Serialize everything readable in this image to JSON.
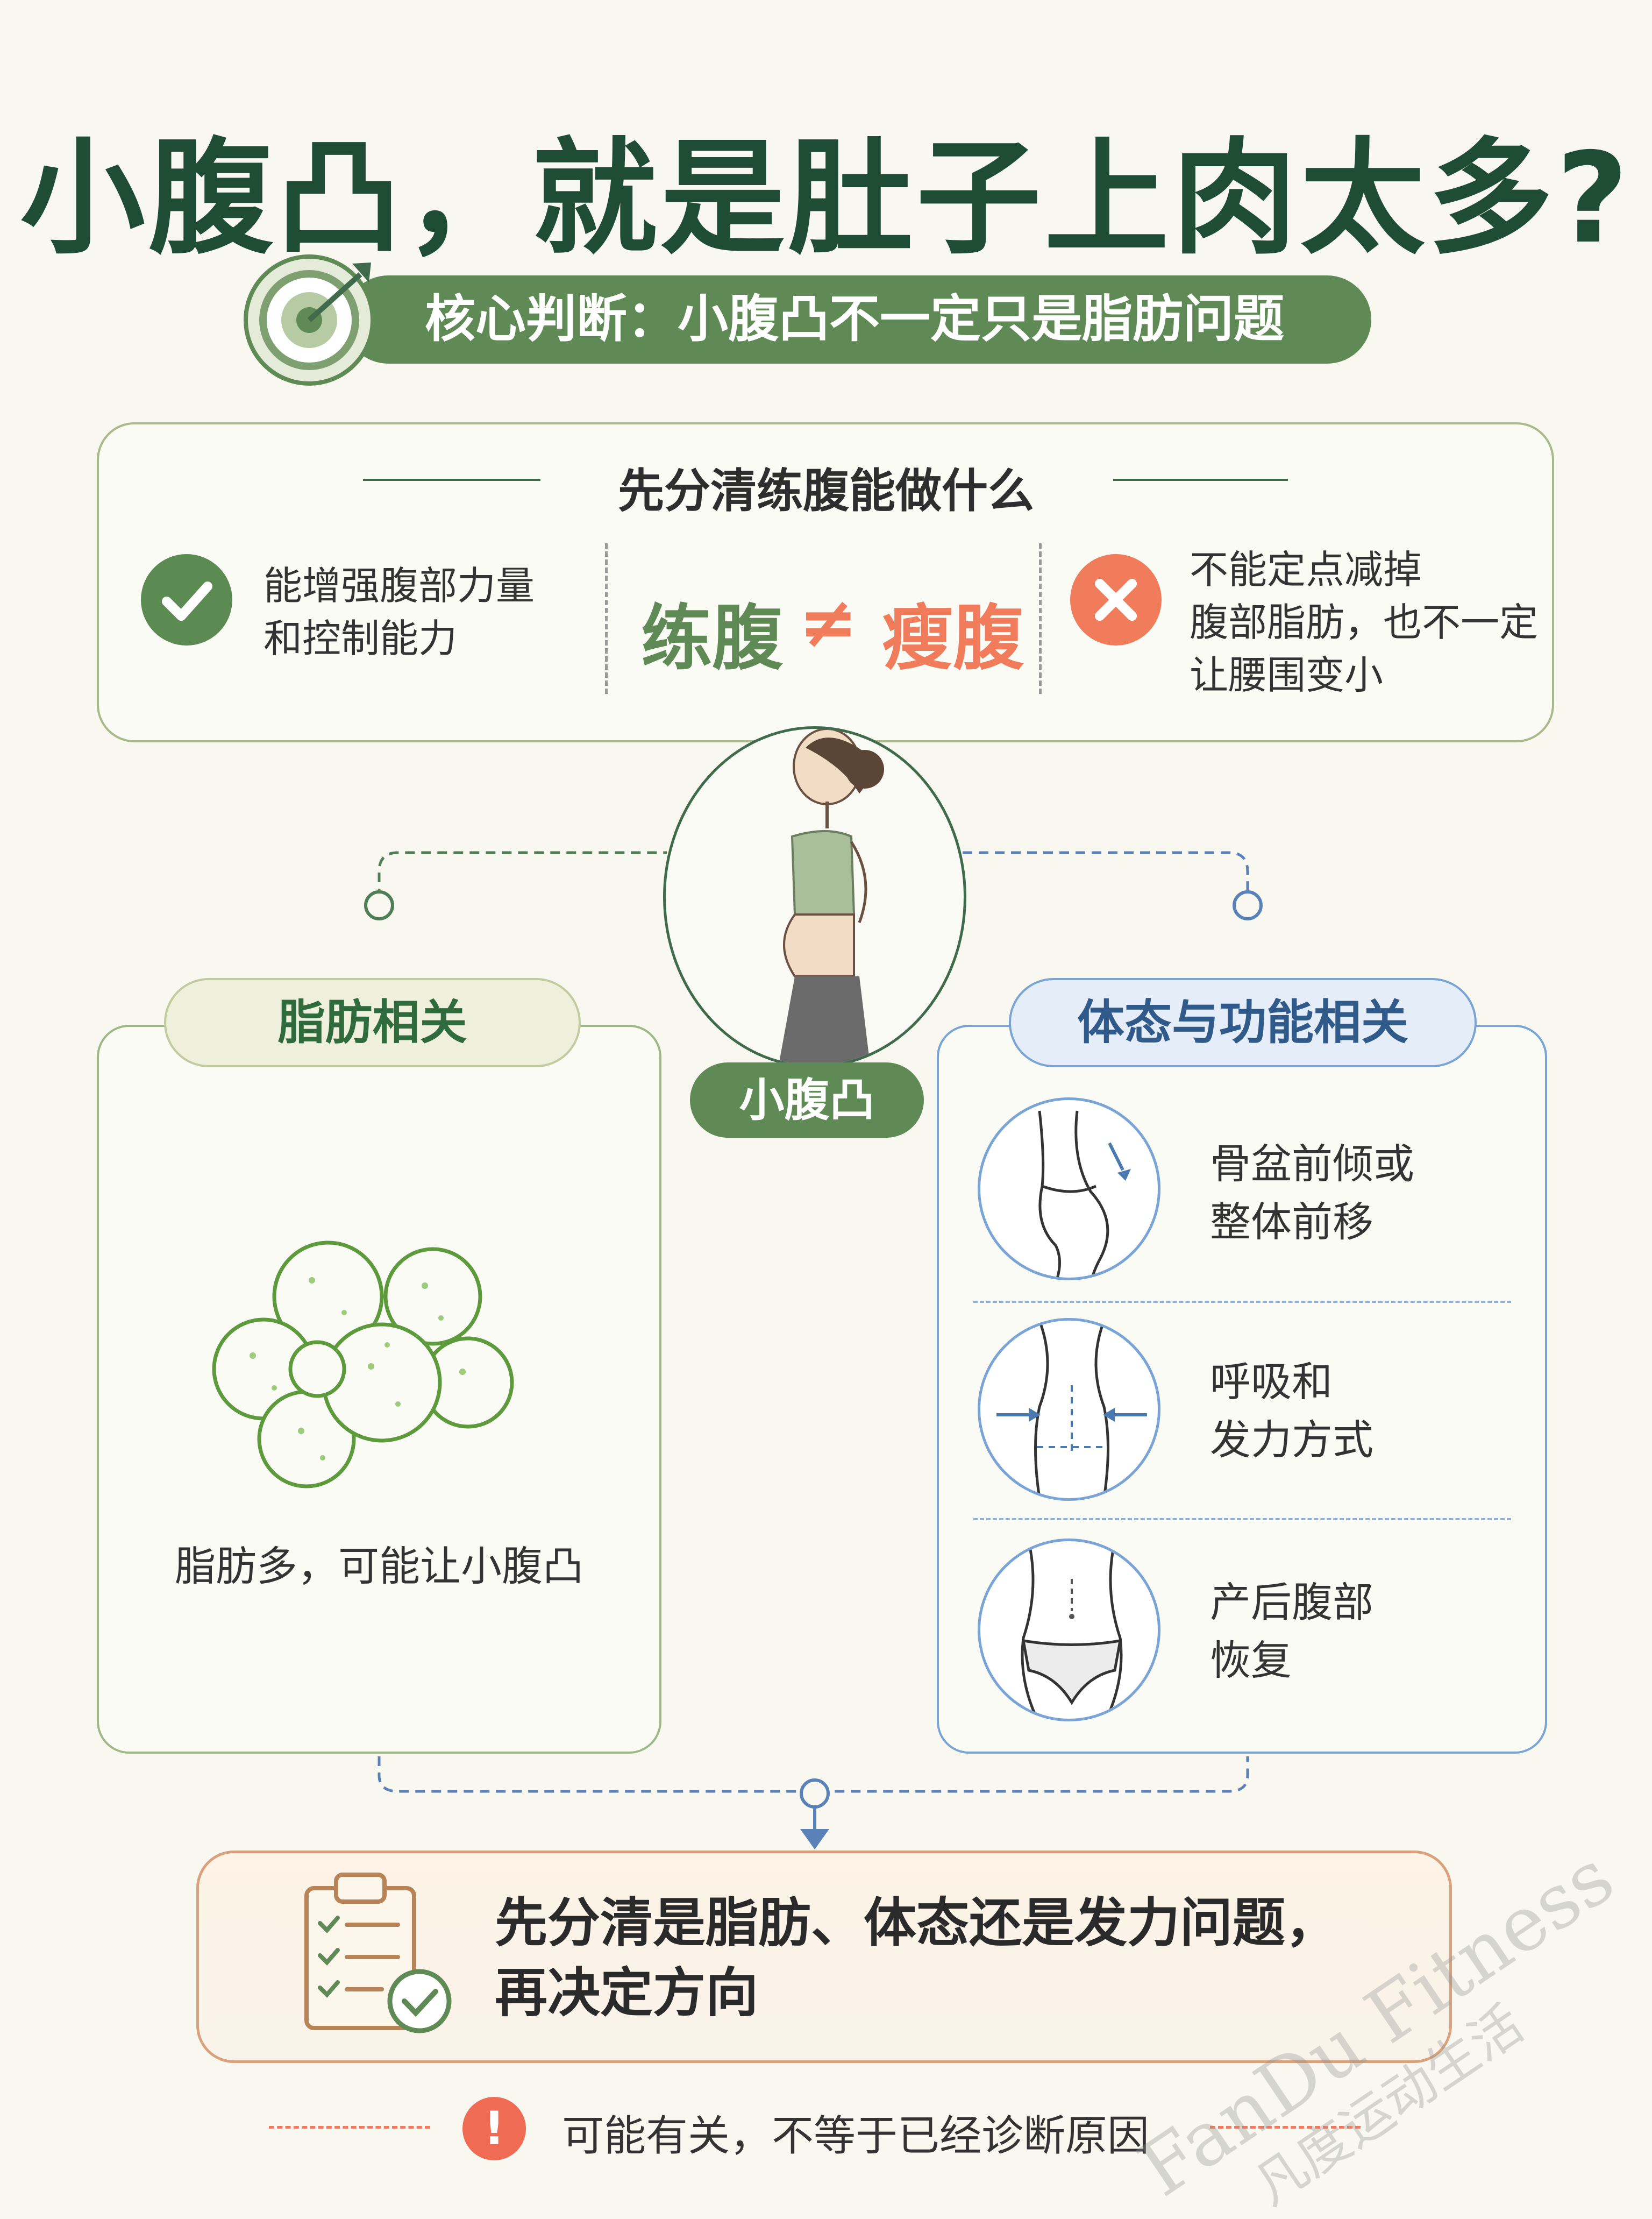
{
  "title": "小腹凸，就是肚子上肉太多?",
  "core_judgment": "核心判断：小腹凸不一定只是脂肪问题",
  "section_title": "先分清练腹能做什么",
  "can_do": [
    "能增强腹部力量",
    "和控制能力"
  ],
  "compare": {
    "left": "练腹",
    "neq": "≠",
    "right": "瘦腹"
  },
  "cannot_do": [
    "不能定点减掉",
    "腹部脂肪，也不一定",
    "让腰围变小"
  ],
  "center_label": "小腹凸",
  "fat_panel": {
    "title": "脂肪相关",
    "caption": "脂肪多，可能让小腹凸"
  },
  "posture_panel": {
    "title": "体态与功能相关",
    "rows": [
      {
        "lines": [
          "骨盆前倾或",
          "整体前移"
        ]
      },
      {
        "lines": [
          "呼吸和",
          "发力方式"
        ]
      },
      {
        "lines": [
          "产后腹部",
          "恢复"
        ]
      }
    ]
  },
  "conclusion": [
    "先分清是脂肪、体态还是发力问题，",
    "再决定方向"
  ],
  "warning": {
    "icon": "!",
    "text": "可能有关，不等于已经诊断原因"
  },
  "watermark": {
    "line1": "FanDu Fitness",
    "line2": "凡度运动生活"
  },
  "colors": {
    "dark_green": "#1f4d33",
    "green": "#5f8a55",
    "coral": "#f07c5c",
    "blue": "#7aa3d6",
    "orange_border": "#d9a27c",
    "background": "#f8f7f0"
  }
}
